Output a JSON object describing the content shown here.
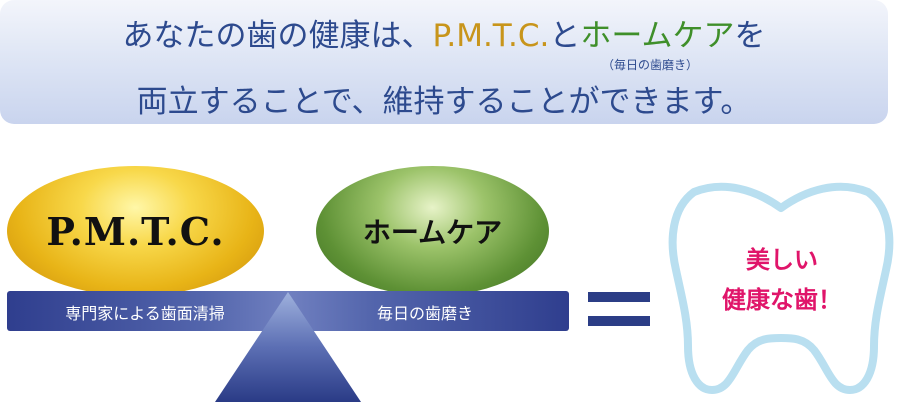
{
  "banner": {
    "line1_prefix": "あなたの歯の健康は、",
    "line1_pmtc": "P.M.T.C.",
    "line1_to": "と",
    "line1_homecare": "ホームケア",
    "line1_suffix": "を",
    "note": "（毎日の歯磨き）",
    "line2": "両立することで、維持することができます。"
  },
  "balance": {
    "left_label": "P.M.T.C.",
    "right_label": "ホームケア",
    "beam_left_text": "専門家による歯面清掃",
    "beam_right_text": "毎日の歯磨き"
  },
  "result": {
    "line1": "美しい",
    "line2": "健康な歯！"
  },
  "colors": {
    "title_blue": "#2d4a8e",
    "gold": "#c8951b",
    "green": "#3f8f2a",
    "beam_blue": "#2f3e8e",
    "result_pink": "#e0156a",
    "tooth_outline": "#b9dff0"
  }
}
